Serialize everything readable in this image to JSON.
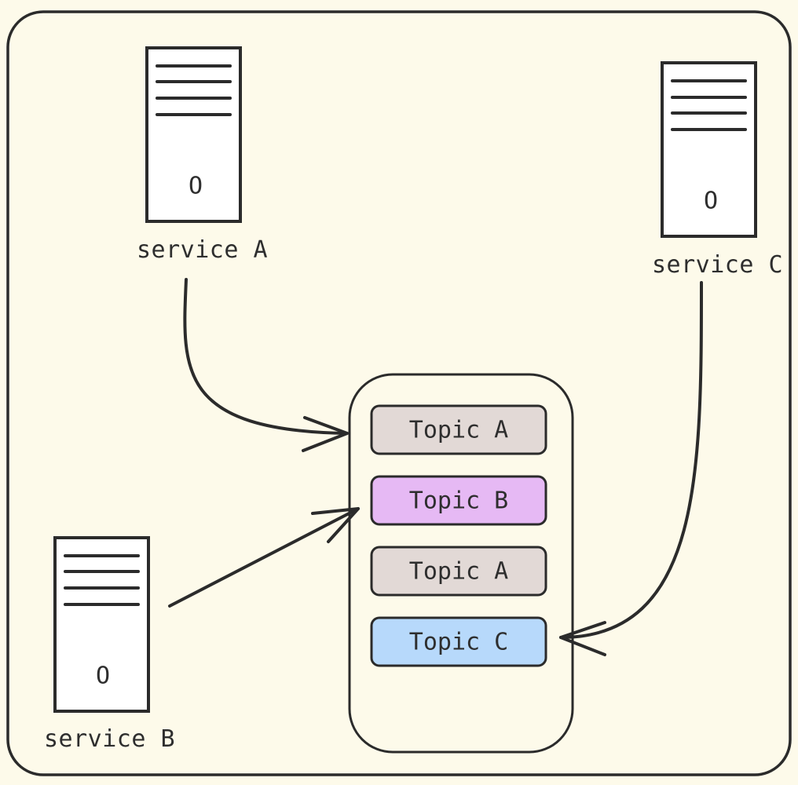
{
  "services": [
    {
      "id": "service-a",
      "label": "service A",
      "power_glyph": "O"
    },
    {
      "id": "service-b",
      "label": "service B",
      "power_glyph": "O"
    },
    {
      "id": "service-c",
      "label": "service C",
      "power_glyph": "O"
    }
  ],
  "topics": [
    {
      "label": "Topic A",
      "color": "#e2d9d6"
    },
    {
      "label": "Topic B",
      "color": "#e6b9f4"
    },
    {
      "label": "Topic A",
      "color": "#e2d9d6"
    },
    {
      "label": "Topic C",
      "color": "#b7d9fb"
    }
  ],
  "colors": {
    "background": "#fdfaea",
    "stroke": "#2b2b2b",
    "box_fill": "#ffffff"
  }
}
